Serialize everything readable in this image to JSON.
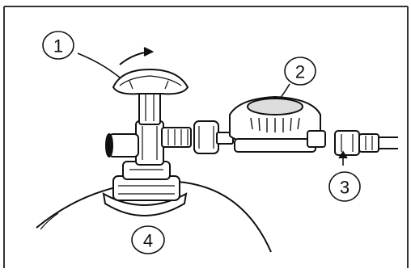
{
  "callouts": [
    {
      "id": "1",
      "label": "1",
      "part": "valve-handwheel"
    },
    {
      "id": "2",
      "label": "2",
      "part": "pressure-regulator"
    },
    {
      "id": "3",
      "label": "3",
      "part": "hose-connector"
    },
    {
      "id": "4",
      "label": "4",
      "part": "gas-cylinder"
    }
  ],
  "colors": {
    "line": "#111111",
    "frame": "#333333",
    "background": "#ffffff",
    "shade": "#dddddd"
  }
}
